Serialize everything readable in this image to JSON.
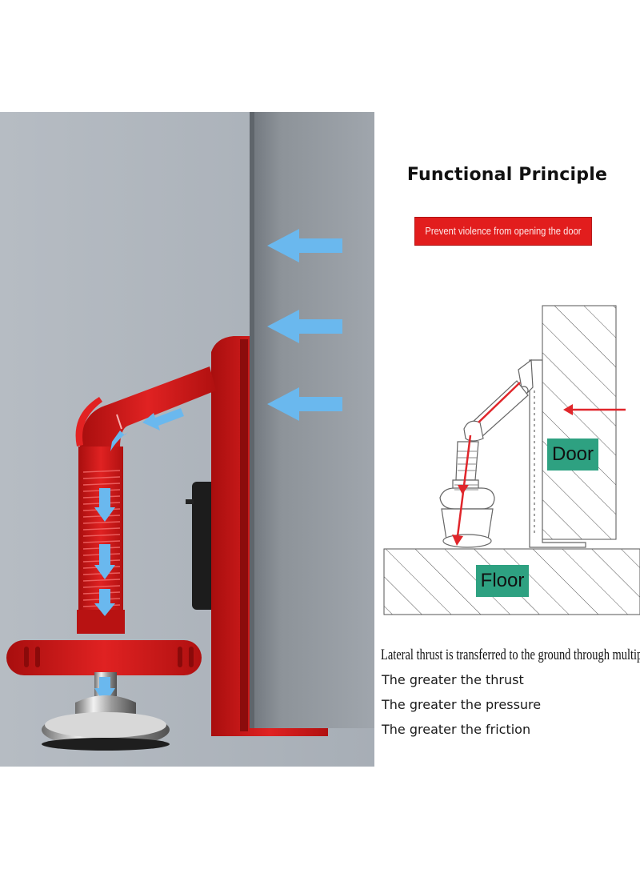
{
  "title": "Functional Principle",
  "banner": "Prevent violence from opening the door",
  "door_label": "Door",
  "floor_label": "Floor",
  "lateral_text": "Lateral thrust is transferred to the ground through multiple hing",
  "lines": [
    "The greater the thrust",
    "The greater the pressure",
    "The greater the friction"
  ],
  "colors": {
    "banner_red": "#e21d1d",
    "label_green": "#2ea181",
    "device_red": "#d61818",
    "arrow_blue": "#6ab8ee"
  }
}
